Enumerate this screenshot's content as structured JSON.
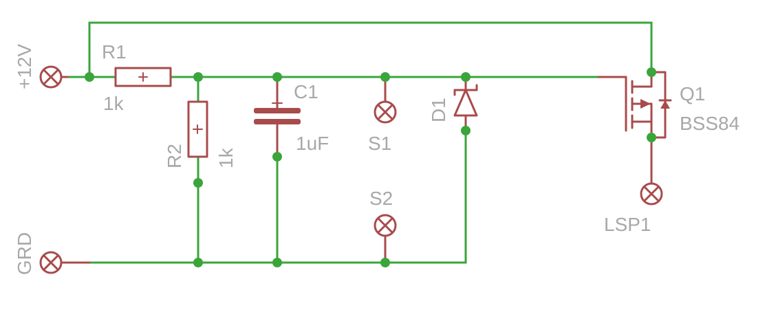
{
  "colors": {
    "wire": "#3aa53a",
    "component": "#a84b4b",
    "label": "#a8a8a8",
    "background": "#ffffff"
  },
  "supply": {
    "plus_label": "+12V",
    "ground_label": "GRD"
  },
  "r1": {
    "name": "R1",
    "value": "1k"
  },
  "r2": {
    "name": "R2",
    "value": "1k"
  },
  "c1": {
    "name": "C1",
    "value": "1uF"
  },
  "d1": {
    "name": "D1"
  },
  "s1": {
    "name": "S1"
  },
  "s2": {
    "name": "S2"
  },
  "q1": {
    "name": "Q1",
    "part": "BSS84"
  },
  "lsp1": {
    "name": "LSP1"
  }
}
